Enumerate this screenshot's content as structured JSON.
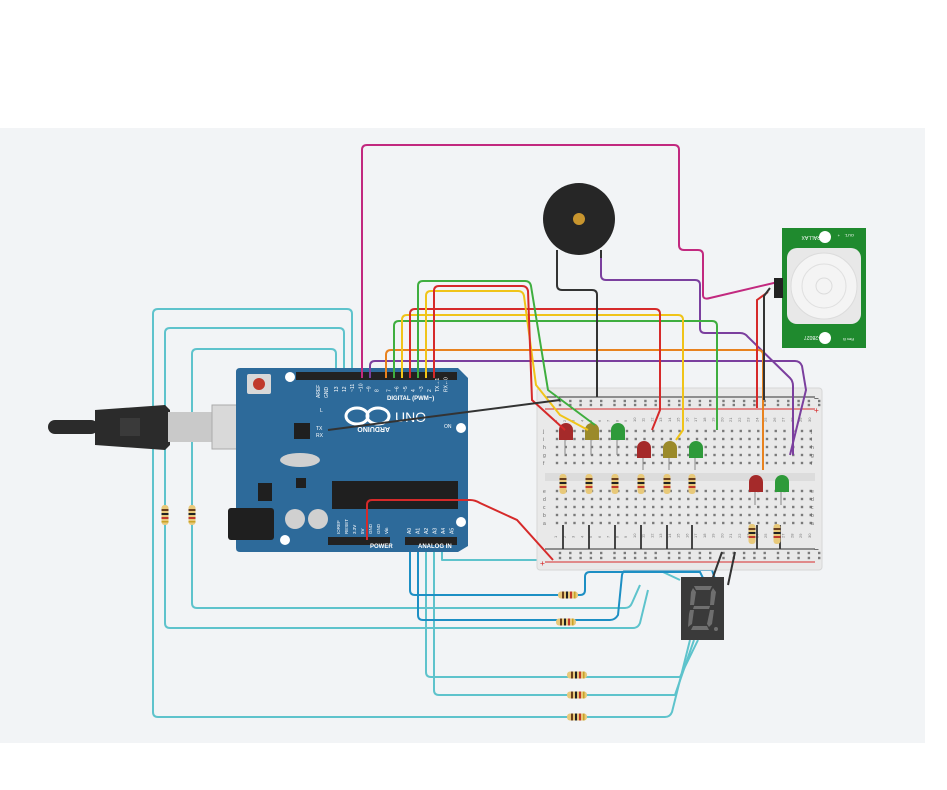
{
  "arduino": {
    "brand_text": "ARDUINO",
    "model_text": "UNO",
    "digital_header": "DIGITAL (PWM~)",
    "power_header": "POWER",
    "analog_header": "ANALOG IN",
    "aref_label": "AREF",
    "gnd_label": "GND",
    "digital_pins": [
      "13",
      "12",
      "~11",
      "~10",
      "~9",
      "8",
      "7",
      "~6",
      "~5",
      "4",
      "~3",
      "2",
      "TX→1",
      "RX←0"
    ],
    "power_pins": [
      "IOREF",
      "RESET",
      "3.3V",
      "5V",
      "GND",
      "GND",
      "Vin"
    ],
    "analog_pins": [
      "A0",
      "A1",
      "A2",
      "A3",
      "A4",
      "A5"
    ],
    "tx_label": "TX",
    "rx_label": "RX",
    "on_label": "ON",
    "l_label": "L"
  },
  "breadboard": {
    "row_letters_top": [
      "j",
      "i",
      "h",
      "g",
      "f"
    ],
    "row_letters_bottom": [
      "e",
      "d",
      "c",
      "b",
      "a"
    ],
    "column_numbers": [
      "1",
      "2",
      "3",
      "4",
      "5",
      "6",
      "7",
      "8",
      "9",
      "10",
      "11",
      "12",
      "13",
      "14",
      "15",
      "16",
      "17",
      "18",
      "19",
      "20",
      "21",
      "22",
      "23",
      "24",
      "25",
      "26",
      "27",
      "28",
      "29",
      "30"
    ],
    "rail_plus": "+",
    "rail_minus": "−"
  },
  "pir_sensor": {
    "brand_text": "PARALLAX",
    "part_text": "555-28027",
    "rev_text": "Rev B",
    "pin_labels": [
      "+",
      "–",
      "OUT"
    ]
  },
  "seven_segment": {
    "digit_shown": "8."
  },
  "colors": {
    "wire_magenta": "#c2297f",
    "wire_purple": "#7b3f9e",
    "wire_green": "#3fae3f",
    "wire_red": "#d62a2a",
    "wire_yellow": "#f0c419",
    "wire_orange": "#e8821e",
    "wire_cyan": "#5ec3cc",
    "wire_blue": "#1d8fc4",
    "wire_black": "#333333",
    "arduino_blue": "#2d6a9a",
    "pir_green": "#1f8a2e"
  }
}
